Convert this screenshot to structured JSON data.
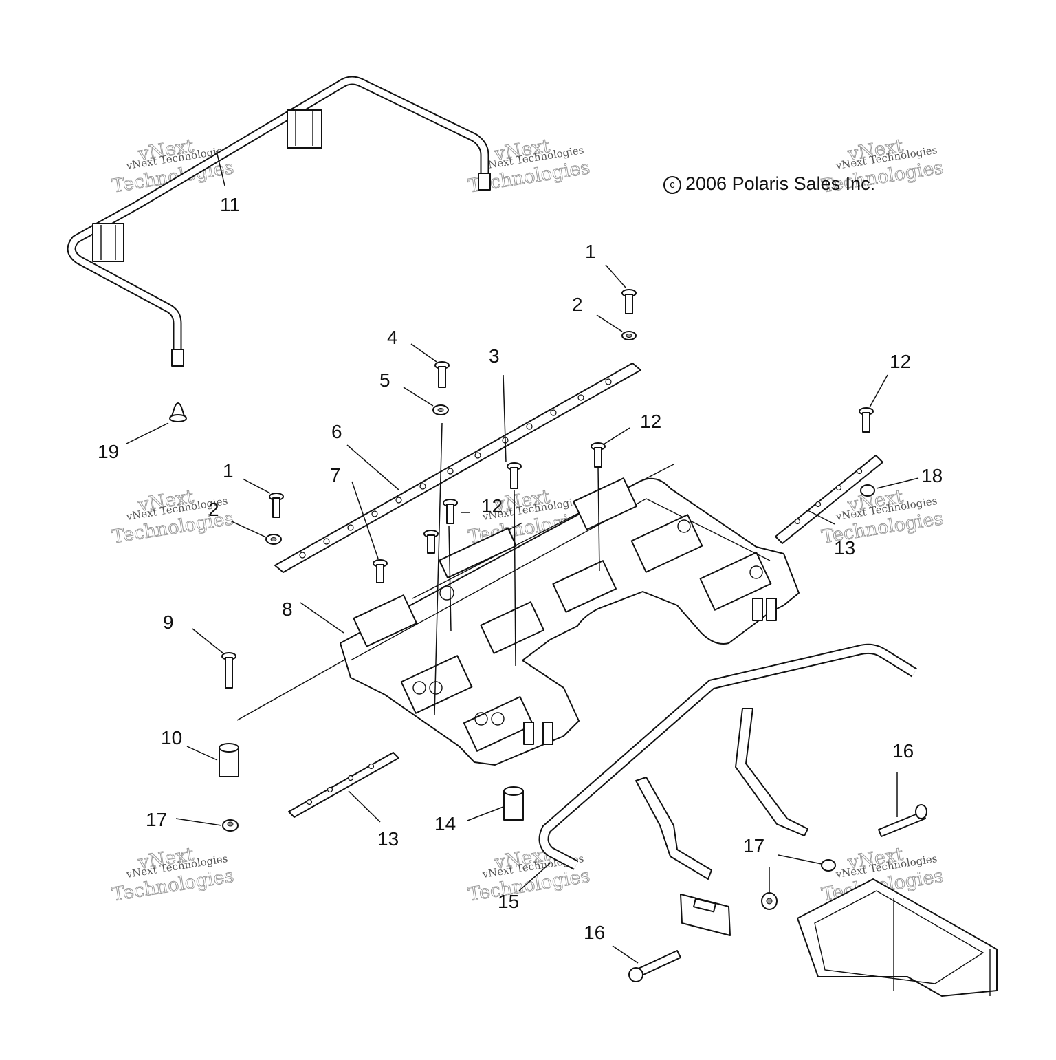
{
  "copyright": {
    "symbol": "c",
    "text": "2006 Polaris Sales Inc."
  },
  "watermark": {
    "line1": "vNext Technologies",
    "line2": "vNext",
    "line3": "Technologies"
  },
  "callouts": {
    "c1a": "1",
    "c1b": "1",
    "c2a": "2",
    "c2b": "2",
    "c3": "3",
    "c4": "4",
    "c5": "5",
    "c6": "6",
    "c7": "7",
    "c8": "8",
    "c9": "9",
    "c10": "10",
    "c11": "11",
    "c12a": "12",
    "c12b": "12",
    "c12c": "12",
    "c13a": "13",
    "c13b": "13",
    "c14": "14",
    "c15": "15",
    "c16a": "16",
    "c16b": "16",
    "c17a": "17",
    "c17b": "17",
    "c18": "18",
    "c19": "19"
  }
}
